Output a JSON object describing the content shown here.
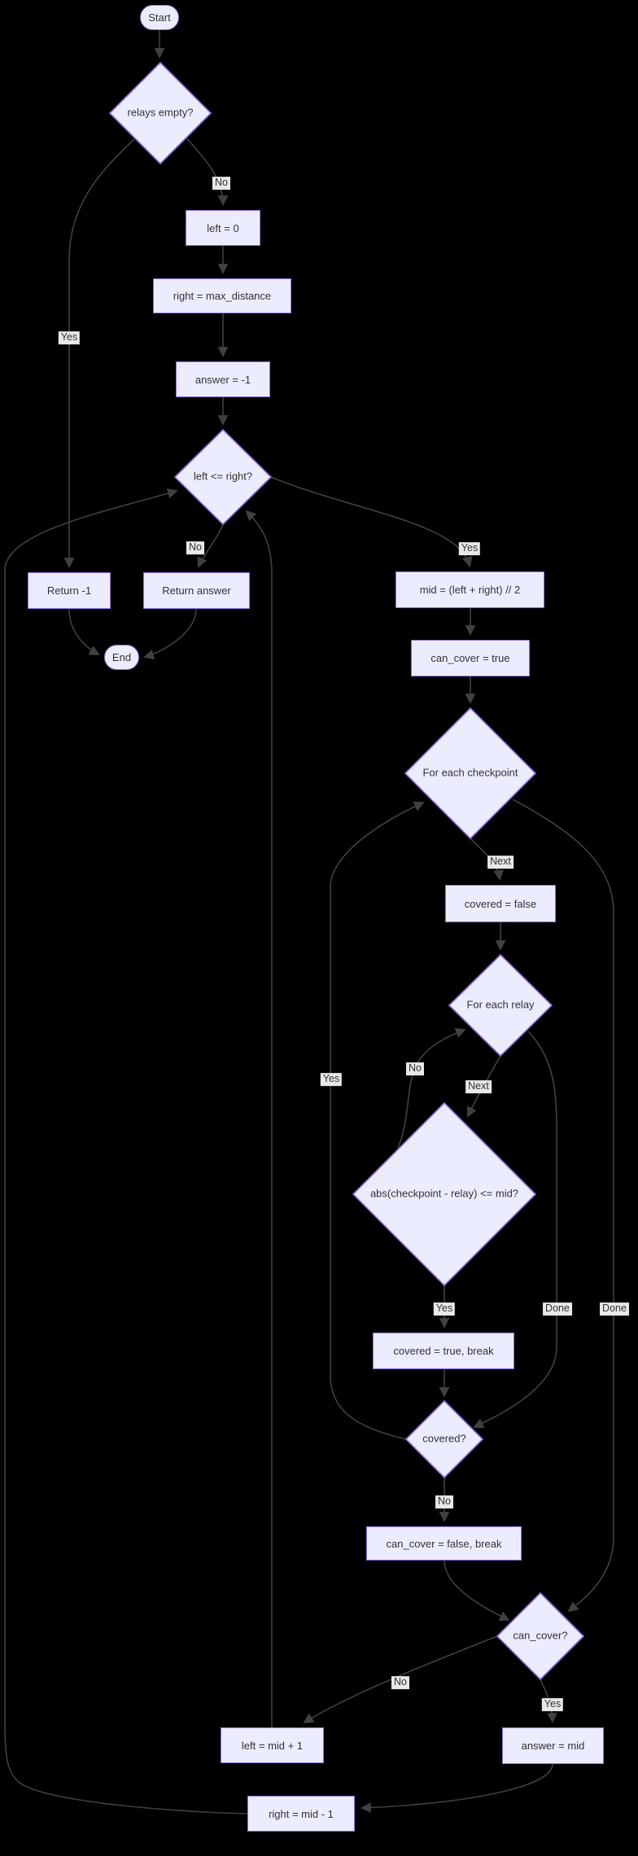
{
  "diagram": {
    "colors": {
      "background": "#000000",
      "node_fill": "#ECECFF",
      "node_border": "#9370DB",
      "edge_color": "#404040",
      "text_color": "#333333",
      "label_bg": "#E8E8E8"
    },
    "nodes": {
      "start": {
        "type": "stadium",
        "label": "Start"
      },
      "relays_empty": {
        "type": "decision",
        "label": "relays empty?"
      },
      "left_0": {
        "type": "process",
        "label": "left = 0"
      },
      "right_max": {
        "type": "process",
        "label": "right = max_distance"
      },
      "answer_neg1": {
        "type": "process",
        "label": "answer = -1"
      },
      "left_le_right": {
        "type": "decision",
        "label": "left <= right?"
      },
      "return_neg1": {
        "type": "process",
        "label": "Return -1"
      },
      "return_answer": {
        "type": "process",
        "label": "Return answer"
      },
      "end": {
        "type": "stadium",
        "label": "End"
      },
      "mid_calc": {
        "type": "process",
        "label": "mid = (left + right) // 2"
      },
      "can_cover_true": {
        "type": "process",
        "label": "can_cover = true"
      },
      "for_each_checkpoint": {
        "type": "decision",
        "label": "For each checkpoint"
      },
      "covered_false": {
        "type": "process",
        "label": "covered = false"
      },
      "for_each_relay": {
        "type": "decision",
        "label": "For each relay"
      },
      "abs_check": {
        "type": "decision",
        "label": "abs(checkpoint - relay) <= mid?"
      },
      "covered_true_break": {
        "type": "process",
        "label": "covered = true, break"
      },
      "covered_q": {
        "type": "decision",
        "label": "covered?"
      },
      "can_cover_false_break": {
        "type": "process",
        "label": "can_cover = false, break"
      },
      "can_cover_q": {
        "type": "decision",
        "label": "can_cover?"
      },
      "left_mid_plus": {
        "type": "process",
        "label": "left = mid + 1"
      },
      "answer_mid": {
        "type": "process",
        "label": "answer = mid"
      },
      "right_mid_minus": {
        "type": "process",
        "label": "right = mid - 1"
      }
    },
    "edge_labels": {
      "relays_no": "No",
      "relays_yes": "Yes",
      "lr_no": "No",
      "lr_yes": "Yes",
      "checkpoint_next": "Next",
      "abs_no": "No",
      "relay_next": "Next",
      "covered_yes": "Yes",
      "abs_yes": "Yes",
      "relay_done": "Done",
      "checkpoint_done": "Done",
      "covered_no": "No",
      "cc_no": "No",
      "cc_yes": "Yes"
    }
  }
}
